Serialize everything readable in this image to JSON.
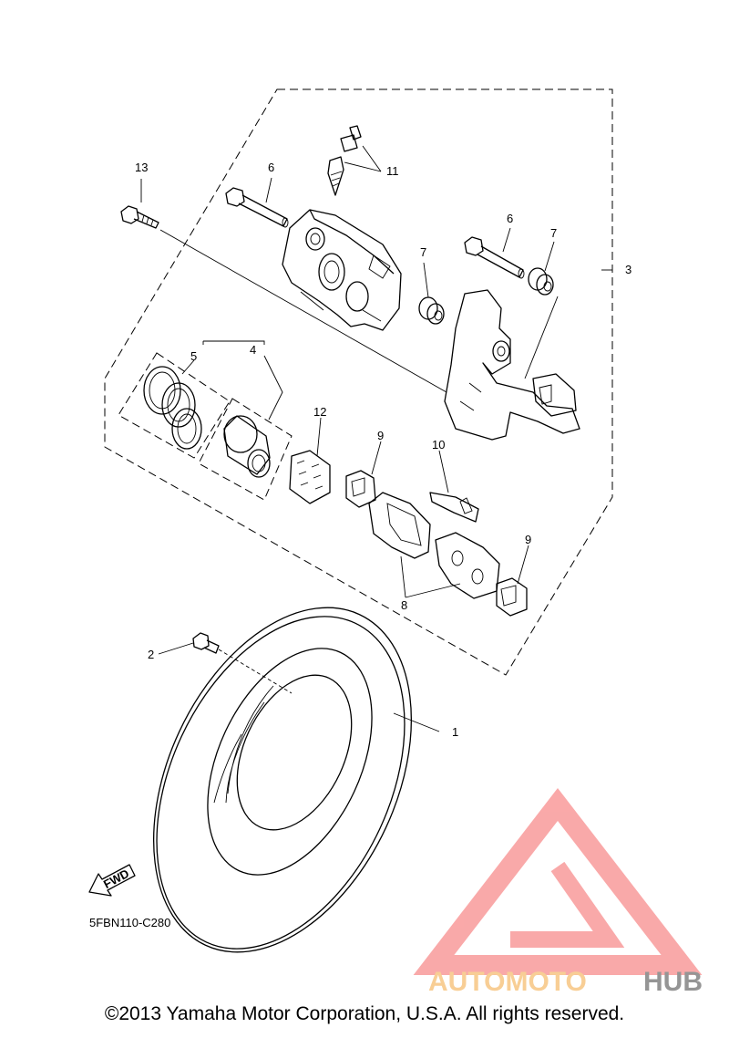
{
  "callouts": [
    {
      "id": "c1",
      "label": "1"
    },
    {
      "id": "c2",
      "label": "2"
    },
    {
      "id": "c3",
      "label": "3"
    },
    {
      "id": "c4",
      "label": "4"
    },
    {
      "id": "c5",
      "label": "5"
    },
    {
      "id": "c6a",
      "label": "6"
    },
    {
      "id": "c6b",
      "label": "6"
    },
    {
      "id": "c7a",
      "label": "7"
    },
    {
      "id": "c7b",
      "label": "7"
    },
    {
      "id": "c8",
      "label": "8"
    },
    {
      "id": "c9a",
      "label": "9"
    },
    {
      "id": "c9b",
      "label": "9"
    },
    {
      "id": "c10",
      "label": "10"
    },
    {
      "id": "c11",
      "label": "11"
    },
    {
      "id": "c12",
      "label": "12"
    },
    {
      "id": "c13",
      "label": "13"
    }
  ],
  "diagram_code": "5FBN110-C280",
  "fwd_label": "FWD",
  "watermark": {
    "brand_part1": "AUTOMOTO",
    "brand_part2": "HUB",
    "color_logo": "#f9a0a0",
    "color_part1": "#f8c98a",
    "color_part2": "#8a8a8a"
  },
  "copyright": "©2013 Yamaha Motor Corporation, U.S.A. All rights reserved."
}
